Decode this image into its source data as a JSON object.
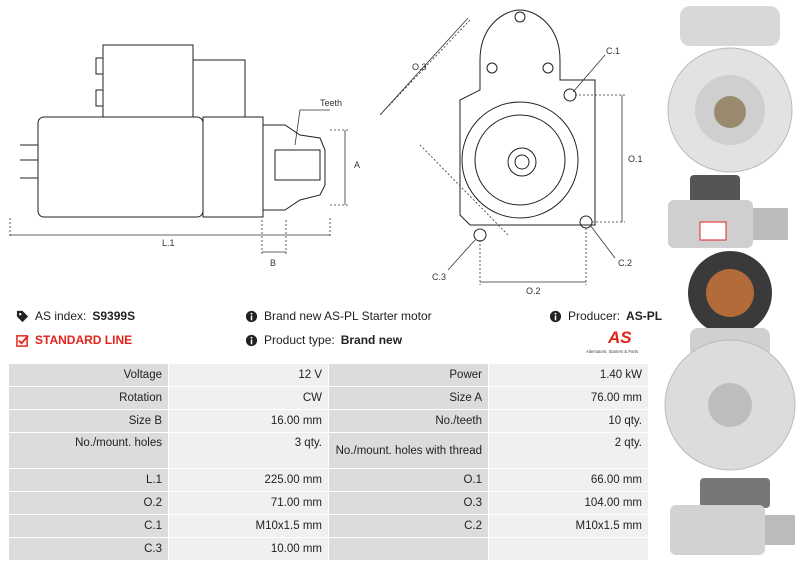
{
  "diagram": {
    "side_labels": {
      "teeth": "Teeth",
      "a": "A",
      "b": "B",
      "l1": "L.1"
    },
    "front_labels": {
      "o3": "O.3",
      "c1": "C.1",
      "o1": "O.1",
      "c3": "C.3",
      "c2": "C.2",
      "o2": "O.2"
    }
  },
  "info": {
    "as_index_label": "AS index:",
    "as_index_value": "S9399S",
    "description": "Brand new AS-PL Starter motor",
    "producer_label": "Producer:",
    "producer_value": "AS-PL",
    "line": "STANDARD LINE",
    "product_type_label": "Product type:",
    "product_type_value": "Brand new",
    "logo_text": "AS",
    "logo_caption": "Alternators, Starters & Parts"
  },
  "specs": [
    [
      "Voltage",
      "12 V",
      "Power",
      "1.40 kW"
    ],
    [
      "Rotation",
      "CW",
      "Size A",
      "76.00 mm"
    ],
    [
      "Size B",
      "16.00 mm",
      "No./teeth",
      "10 qty."
    ],
    [
      "No./mount. holes",
      "3 qty.",
      "No./mount. holes with thread",
      "2 qty."
    ],
    [
      "L.1",
      "225.00 mm",
      "O.1",
      "66.00 mm"
    ],
    [
      "O.2",
      "71.00 mm",
      "O.3",
      "104.00 mm"
    ],
    [
      "C.1",
      "M10x1.5 mm",
      "C.2",
      "M10x1.5 mm"
    ],
    [
      "C.3",
      "10.00 mm",
      "",
      ""
    ]
  ],
  "colors": {
    "accent": "#e1251b",
    "key_cell": "#dcdcdc",
    "value_cell": "#f0f0f0"
  }
}
